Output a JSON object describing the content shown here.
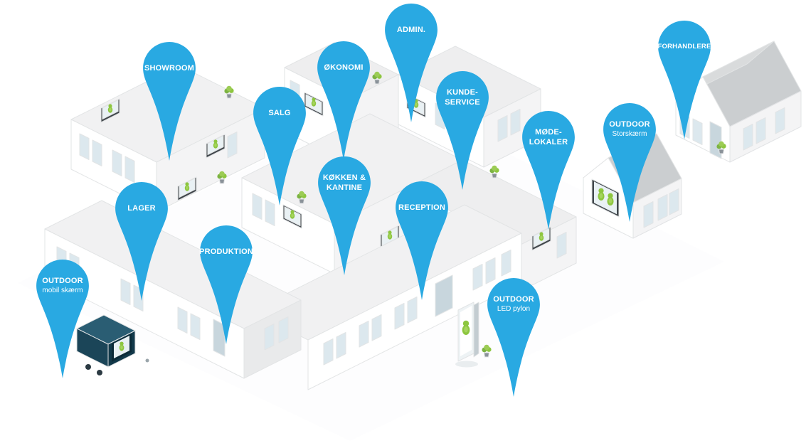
{
  "colors": {
    "pin_blue": "#29a9e2",
    "mascot_green": "#8dc63f",
    "wall_white": "#ffffff",
    "wall_shade": "#f4f4f5",
    "roof_gray": "#eeeeef",
    "trailer_teal": "#1b4558"
  },
  "icons": {
    "pin": "map-pin-teardrop",
    "screen": "wall-mounted-display",
    "plant": "potted-plant",
    "mascot": "green-mascot-on-screen"
  },
  "pins": [
    {
      "id": "showroom",
      "label": "SHOWROOM",
      "sublabel": ""
    },
    {
      "id": "admin",
      "label": "ADMIN.",
      "sublabel": ""
    },
    {
      "id": "okonomi",
      "label": "ØKONOMI",
      "sublabel": ""
    },
    {
      "id": "salg",
      "label": "SALG",
      "sublabel": ""
    },
    {
      "id": "kundeservice",
      "label": "KUNDE-\nSERVICE",
      "sublabel": ""
    },
    {
      "id": "modelokaler",
      "label": "MØDE-\nLOKALER",
      "sublabel": ""
    },
    {
      "id": "outdoor-storskaerm",
      "label": "OUTDOOR",
      "sublabel": "Storskærm"
    },
    {
      "id": "forhandlere",
      "label": "FORHANDLERE",
      "sublabel": ""
    },
    {
      "id": "lager",
      "label": "LAGER",
      "sublabel": ""
    },
    {
      "id": "kokken-kantine",
      "label": "KØKKEN &\nKANTINE",
      "sublabel": ""
    },
    {
      "id": "reception",
      "label": "RECEPTION",
      "sublabel": ""
    },
    {
      "id": "produktion",
      "label": "PRODUKTION",
      "sublabel": ""
    },
    {
      "id": "outdoor-mobil",
      "label": "OUTDOOR",
      "sublabel": "mobil skærm"
    },
    {
      "id": "outdoor-pylon",
      "label": "OUTDOOR",
      "sublabel": "LED pylon"
    }
  ]
}
